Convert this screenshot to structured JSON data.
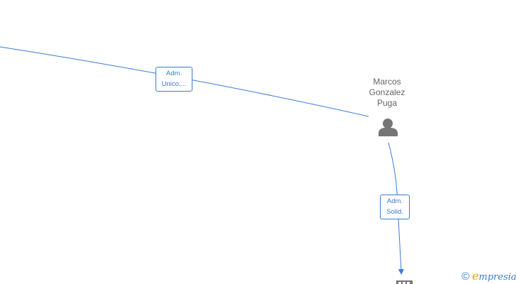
{
  "person": {
    "name_lines": [
      "Marcos",
      "Gonzalez",
      "Puga"
    ],
    "icon": "person-icon"
  },
  "edges": [
    {
      "label_lines": [
        "Adm.",
        "Unico,..."
      ]
    },
    {
      "label_lines": [
        "Adm.",
        "Solid."
      ]
    }
  ],
  "watermark": {
    "copyright": "©",
    "brand_first": "e",
    "brand_rest": "mpresia"
  },
  "colors": {
    "edge": "#3a7bd5",
    "node_icon": "#757575",
    "text": "#666666",
    "brand_accent": "#e8a317"
  }
}
